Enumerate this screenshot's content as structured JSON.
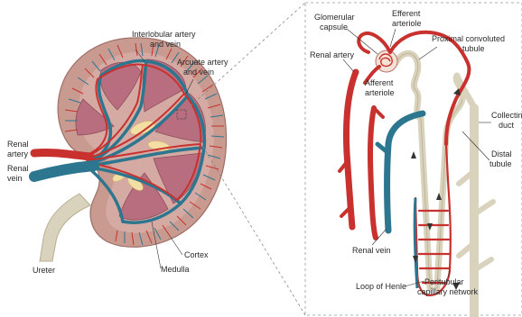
{
  "labels": {
    "interlobular": "Interlobular artery and vein",
    "arcuate": "Arcuate artery and vein",
    "renal_artery_left": "Renal artery",
    "renal_vein_left": "Renal vein",
    "ureter": "Ureter",
    "cortex": "Cortex",
    "medulla": "Medulla",
    "glomerular_capsule": "Glomerular capsule",
    "efferent_arteriole": "Efferent arteriole",
    "proximal_tubule": "Proximal convoluted tubule",
    "renal_artery_right": "Renal artery",
    "afferent_arteriole": "Afferent arteriole",
    "collecting_duct": "Collecting duct",
    "distal_tubule": "Distal tubule",
    "renal_vein_right": "Renal vein",
    "loop_of_henle": "Loop of Henle",
    "peritubular": "Peritubular capillary network"
  },
  "colors": {
    "artery": "#c8312e",
    "vein": "#2d7690",
    "cortex": "#c99a8f",
    "medulla": "#b86e7e",
    "ureter": "#d9d2bc",
    "fat": "#f3dfa3"
  }
}
